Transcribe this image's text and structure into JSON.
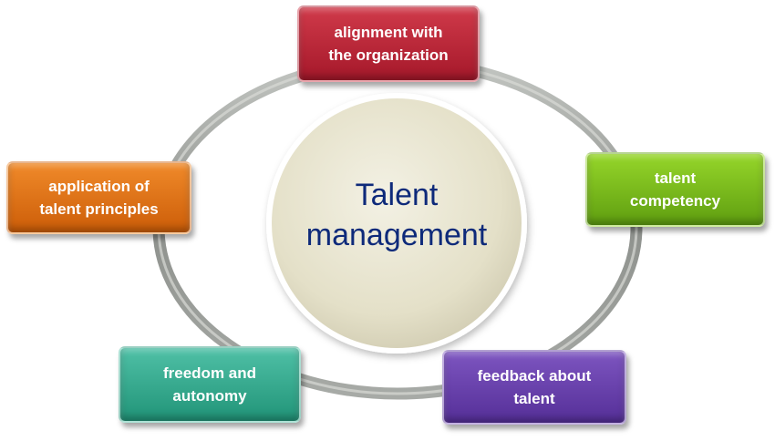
{
  "center": {
    "label": "Talent\nmanagement"
  },
  "nodes": {
    "top": "alignment with\nthe organization",
    "right": "talent\ncompetency",
    "left": "application of\ntalent principles",
    "bottom_left": "freedom and\nautonomy",
    "bottom_right": "feedback about\ntalent"
  },
  "colors": {
    "top": "#b82236",
    "right": "#7dbd1c",
    "left": "#e5761a",
    "bottom_left": "#36a98d",
    "bottom_right": "#6a42ad",
    "center_text": "#0e2a7a",
    "center_fill": "#e6e2cc",
    "ring": "#9a9d99"
  }
}
